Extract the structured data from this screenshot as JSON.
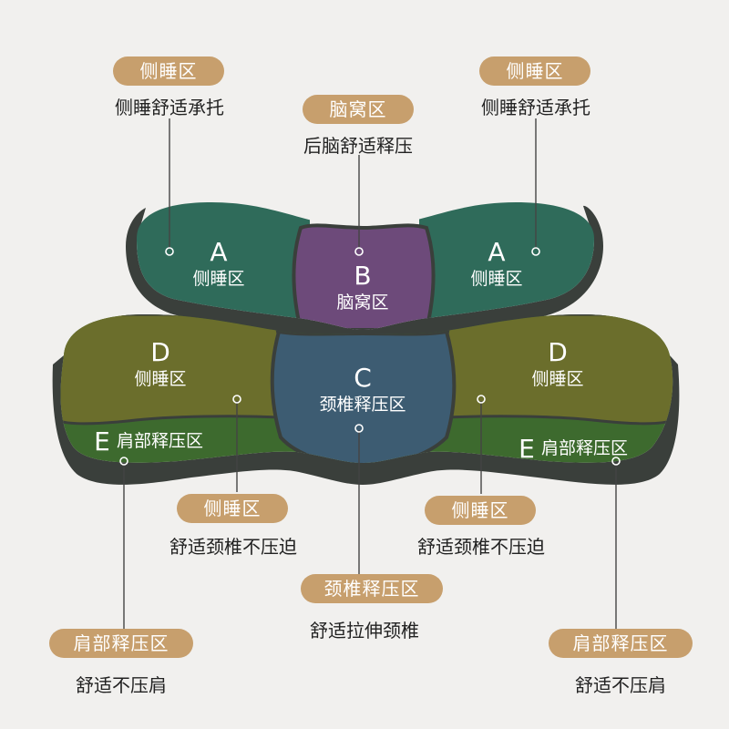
{
  "colors": {
    "pill": "#c79f6d",
    "zone_a": "#2f6b5a",
    "zone_b": "#6d4a7a",
    "zone_c": "#3d5c72",
    "zone_d": "#6b6e2c",
    "zone_e": "#3d6a2e",
    "edge": "#3a3f3b"
  },
  "callouts": {
    "side_left": {
      "title": "侧睡区",
      "desc": "侧睡舒适承托"
    },
    "head": {
      "title": "脑窝区",
      "desc": "后脑舒适释压"
    },
    "side_right": {
      "title": "侧睡区",
      "desc": "侧睡舒适承托"
    },
    "neck_side_left": {
      "title": "侧睡区",
      "desc": "舒适颈椎不压迫"
    },
    "neck_side_right": {
      "title": "侧睡区",
      "desc": "舒适颈椎不压迫"
    },
    "neck": {
      "title": "颈椎释压区",
      "desc": "舒适拉伸颈椎"
    },
    "shoulder_left": {
      "title": "肩部释压区",
      "desc": "舒适不压肩"
    },
    "shoulder_right": {
      "title": "肩部释压区",
      "desc": "舒适不压肩"
    }
  },
  "zones": {
    "a_left": {
      "letter": "A",
      "name": "侧睡区"
    },
    "b": {
      "letter": "B",
      "name": "脑窝区"
    },
    "a_right": {
      "letter": "A",
      "name": "侧睡区"
    },
    "d_left": {
      "letter": "D",
      "name": "侧睡区"
    },
    "c": {
      "letter": "C",
      "name": "颈椎释压区"
    },
    "d_right": {
      "letter": "D",
      "name": "侧睡区"
    },
    "e_left": {
      "letter": "E",
      "name": "肩部释压区"
    },
    "e_right": {
      "letter": "E",
      "name": "肩部释压区"
    }
  }
}
